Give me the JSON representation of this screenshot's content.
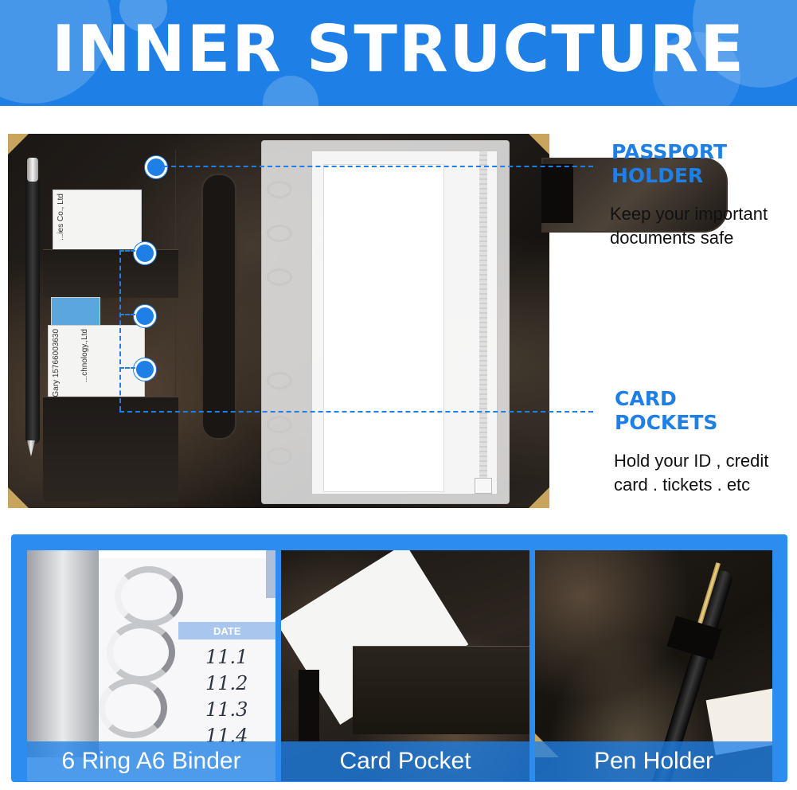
{
  "banner": {
    "title": "INNER STRUCTURE"
  },
  "callouts": {
    "passport": {
      "heading": "PASSPORT\nHOLDER",
      "description": "Keep your important\ndocuments safe"
    },
    "cards": {
      "heading": "CARD\nPOCKETS",
      "description": "Hold your ID , credit\ncard . tickets . etc"
    }
  },
  "planner": {
    "card_top": "...ies Co., Ltd",
    "card_bottom": "Gary 15766003630",
    "card_bottom_company": "...chnology.,Ltd"
  },
  "features": [
    {
      "label": "6 Ring A6 Binder",
      "paper_header": "DATE",
      "handwriting": "11.1\n11.2\n11.3\n11.4"
    },
    {
      "label": "Card Pocket"
    },
    {
      "label": "Pen Holder"
    }
  ],
  "colors": {
    "accent": "#1e7fe6",
    "leather": "#1b1714",
    "gold": "#c9a45c"
  }
}
